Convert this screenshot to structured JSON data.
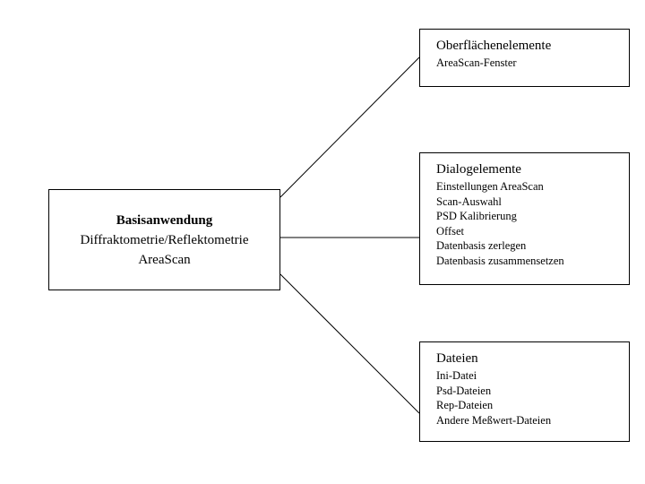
{
  "main": {
    "title": "Basisanwendung",
    "lines": [
      "Diffraktometrie/Reflektometrie",
      "AreaScan"
    ]
  },
  "boxes": [
    {
      "id": "oberflaechenelemente",
      "title": "Oberflächenelemente",
      "items": [
        "AreaScan-Fenster"
      ]
    },
    {
      "id": "dialogelemente",
      "title": "Dialogelemente",
      "items": [
        "Einstellungen AreaScan",
        "Scan-Auswahl",
        "PSD Kalibrierung",
        "Offset",
        "Datenbasis zerlegen",
        "Datenbasis zusammensetzen"
      ]
    },
    {
      "id": "dateien",
      "title": "Dateien",
      "items": [
        "Ini-Datei",
        "Psd-Dateien",
        "Rep-Dateien",
        "Andere Meßwert-Dateien"
      ]
    }
  ],
  "colors": {
    "line": "#000000",
    "background": "#ffffff"
  }
}
